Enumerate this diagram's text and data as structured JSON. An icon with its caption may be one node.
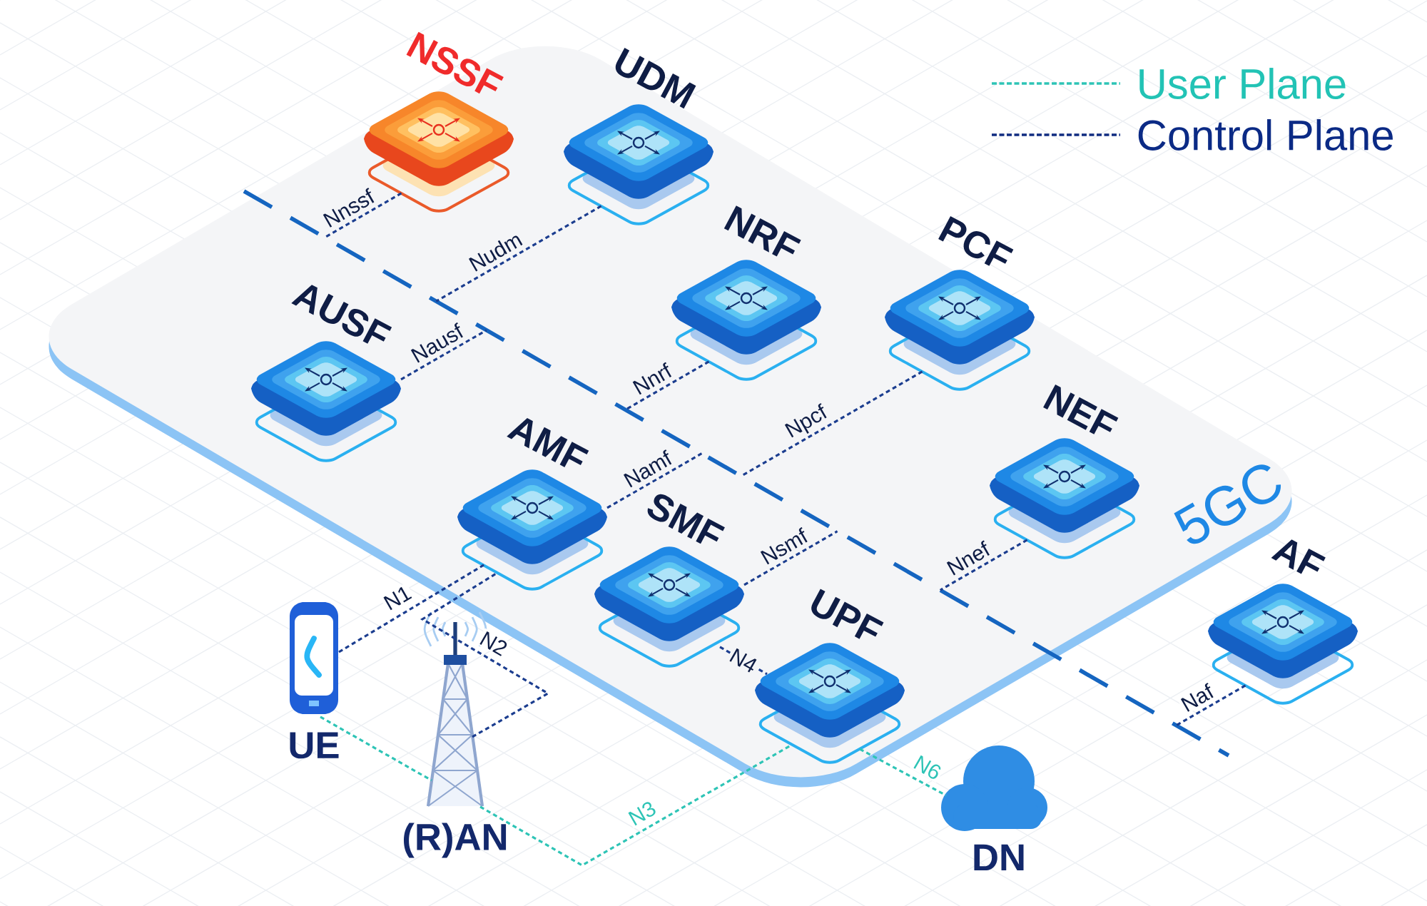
{
  "diagram": {
    "nodes": [
      {
        "text": [
          "5GC"
        ]
      },
      {
        "text": [
          "NSSF"
        ],
        "in": 0
      },
      {
        "text": [
          "UDM"
        ],
        "in": 0
      },
      {
        "text": [
          "NRF"
        ],
        "in": 0
      },
      {
        "text": [
          "PCF"
        ],
        "in": 0
      },
      {
        "text": [
          "AUSF"
        ],
        "in": 0
      },
      {
        "text": [
          "AMF"
        ],
        "in": 0
      },
      {
        "text": [
          "NEF"
        ],
        "in": 0
      },
      {
        "text": [
          "SMF"
        ],
        "in": 0
      },
      {
        "text": [
          "UPF"
        ],
        "in": 0
      },
      {
        "text": [
          "AF"
        ]
      },
      {
        "text": [
          "UE"
        ]
      },
      {
        "text": [
          "(R)AN"
        ]
      },
      {
        "text": [
          "DN"
        ]
      }
    ],
    "edges": [
      {
        "from": 1,
        "to": null,
        "arrow": "none",
        "label": "Nnssf"
      },
      {
        "from": 2,
        "to": null,
        "arrow": "none",
        "label": "Nudm"
      },
      {
        "from": 3,
        "to": null,
        "arrow": "none",
        "label": "Nnrf"
      },
      {
        "from": 4,
        "to": null,
        "arrow": "none",
        "label": "Npcf"
      },
      {
        "from": 5,
        "to": null,
        "arrow": "none",
        "label": "Nausf"
      },
      {
        "from": 6,
        "to": null,
        "arrow": "none",
        "label": "Namf"
      },
      {
        "from": 7,
        "to": null,
        "arrow": "none",
        "label": "Nnef"
      },
      {
        "from": 8,
        "to": null,
        "arrow": "none",
        "label": "Nsmf"
      },
      {
        "from": 10,
        "to": null,
        "arrow": "none",
        "label": "Naf"
      },
      {
        "from": 11,
        "to": 6,
        "arrow": "none",
        "label": "N1"
      },
      {
        "from": 12,
        "to": 6,
        "arrow": "none",
        "label": "N2"
      },
      {
        "from": 8,
        "to": 9,
        "arrow": "none",
        "label": "N4"
      },
      {
        "from": 11,
        "to": 12,
        "arrow": "none",
        "color": "#2ec4b6"
      },
      {
        "from": 12,
        "to": 9,
        "arrow": "none",
        "label": "N3",
        "color": "#2ec4b6"
      },
      {
        "from": 9,
        "to": 13,
        "arrow": "none",
        "label": "N6",
        "color": "#2ec4b6"
      }
    ],
    "legend": [
      {
        "text": "User Plane"
      },
      {
        "text": "Control Plane"
      }
    ]
  }
}
